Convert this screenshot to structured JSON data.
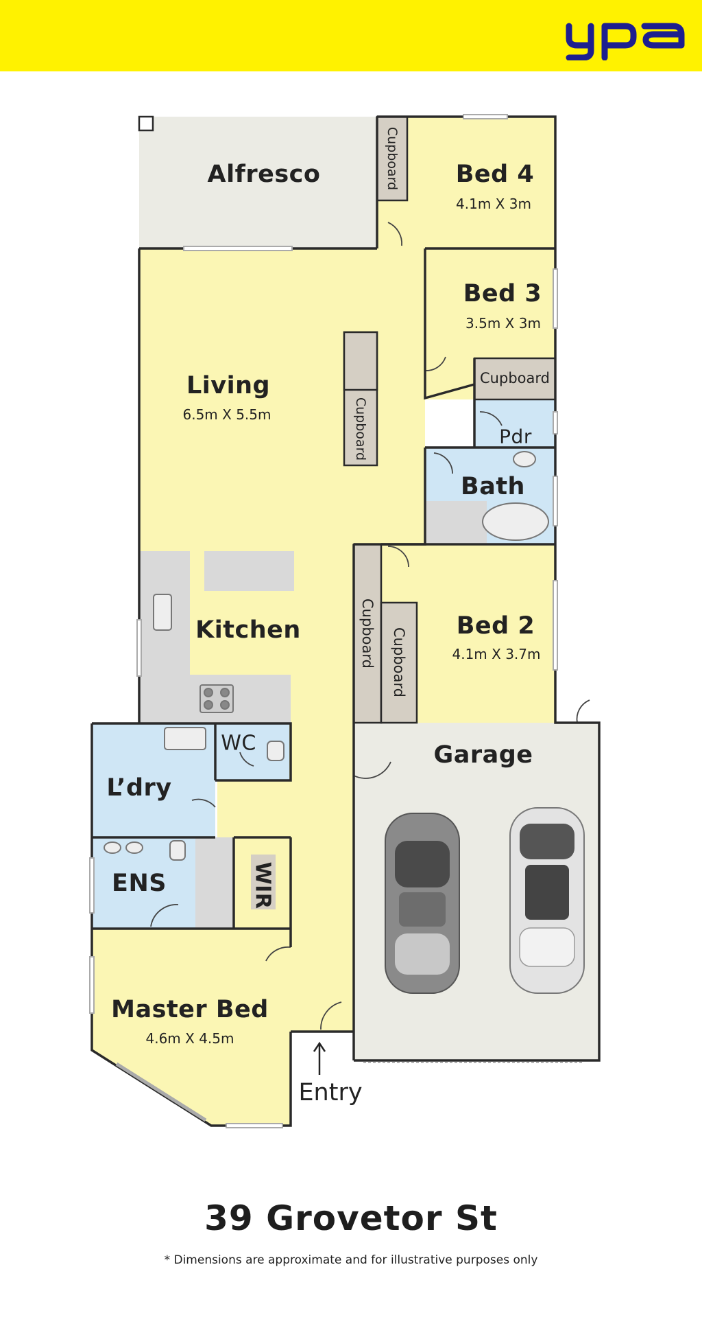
{
  "brand": {
    "logo_text": "ypa",
    "bar_color": "#fff200",
    "logo_color": "#1d1f8f"
  },
  "colors": {
    "living_fill": "#fbf6b4",
    "wet_fill": "#cfe6f5",
    "cupboard_fill": "#d5cfc4",
    "outdoor_fill": "#ebebe4",
    "bench_fill": "#d9d9d9",
    "wall": "#2a2a2a"
  },
  "rooms": {
    "alfresco": {
      "name": "Alfresco"
    },
    "bed4": {
      "name": "Bed 4",
      "dim": "4.1m X 3m"
    },
    "bed3": {
      "name": "Bed 3",
      "dim": "3.5m X 3m"
    },
    "living": {
      "name": "Living",
      "dim": "6.5m X 5.5m"
    },
    "pdr": {
      "name": "Pdr"
    },
    "bath": {
      "name": "Bath"
    },
    "kitchen": {
      "name": "Kitchen"
    },
    "bed2": {
      "name": "Bed 2",
      "dim": "4.1m X 3.7m"
    },
    "wc": {
      "name": "WC"
    },
    "laundry": {
      "name": "L’dry"
    },
    "garage": {
      "name": "Garage"
    },
    "ens": {
      "name": "ENS"
    },
    "wir": {
      "name": "WIR"
    },
    "master": {
      "name": "Master Bed",
      "dim": "4.6m X 4.5m"
    }
  },
  "cupboards": {
    "bed4": "Cupboard",
    "living": "Cupboard",
    "bed3": "Cupboard",
    "hall": "Cupboard",
    "bed2": "Cupboard"
  },
  "entry": {
    "label": "Entry",
    "arrow": "arrow-up-icon"
  },
  "footer": {
    "address": "39 Grovetor St",
    "disclaimer": "* Dimensions are approximate and for illustrative purposes only"
  }
}
